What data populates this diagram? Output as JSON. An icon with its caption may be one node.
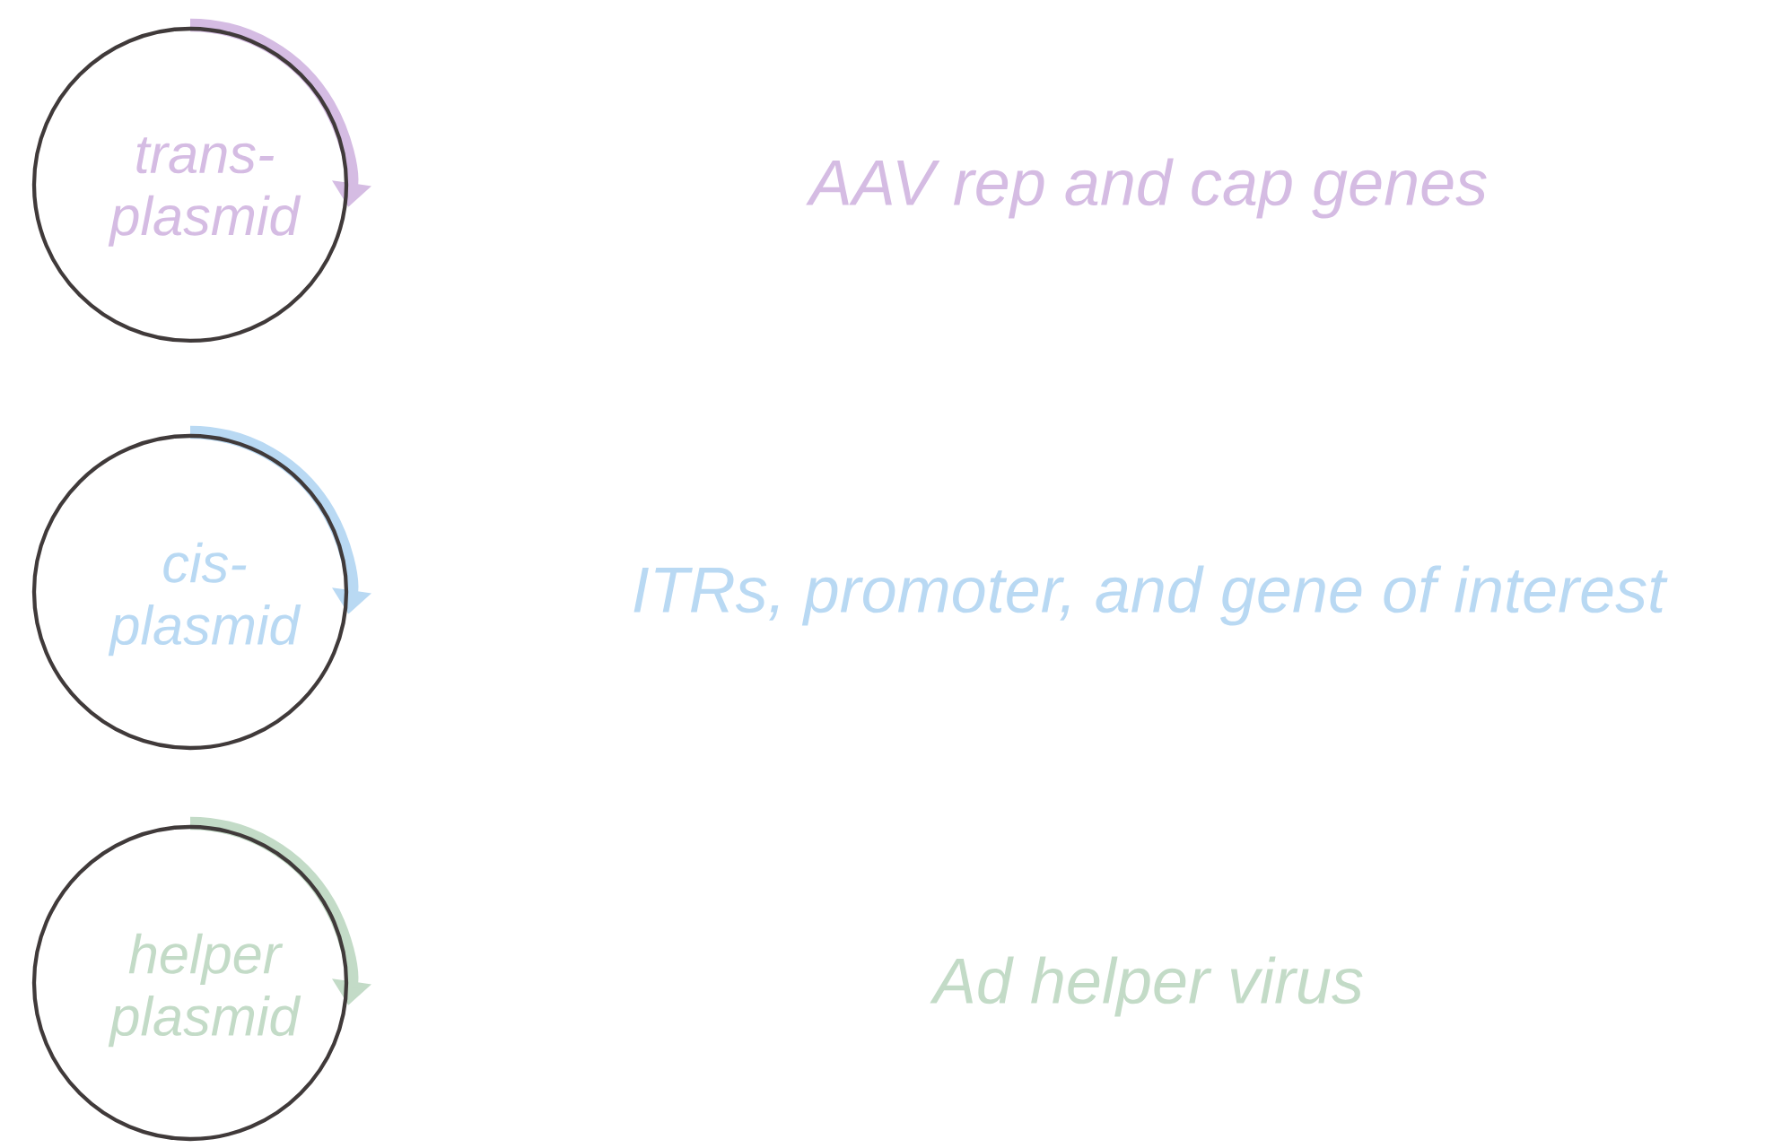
{
  "diagram": {
    "nodes": [
      {
        "text": [
          "trans- plasmid"
        ]
      },
      {
        "text": [
          "cis- plasmid"
        ]
      },
      {
        "text": [
          "helper plasmid"
        ]
      }
    ],
    "labels": [
      "AAV rep and cap genes",
      "ITRs, promoter, and gene of interest",
      "Ad helper virus"
    ]
  }
}
